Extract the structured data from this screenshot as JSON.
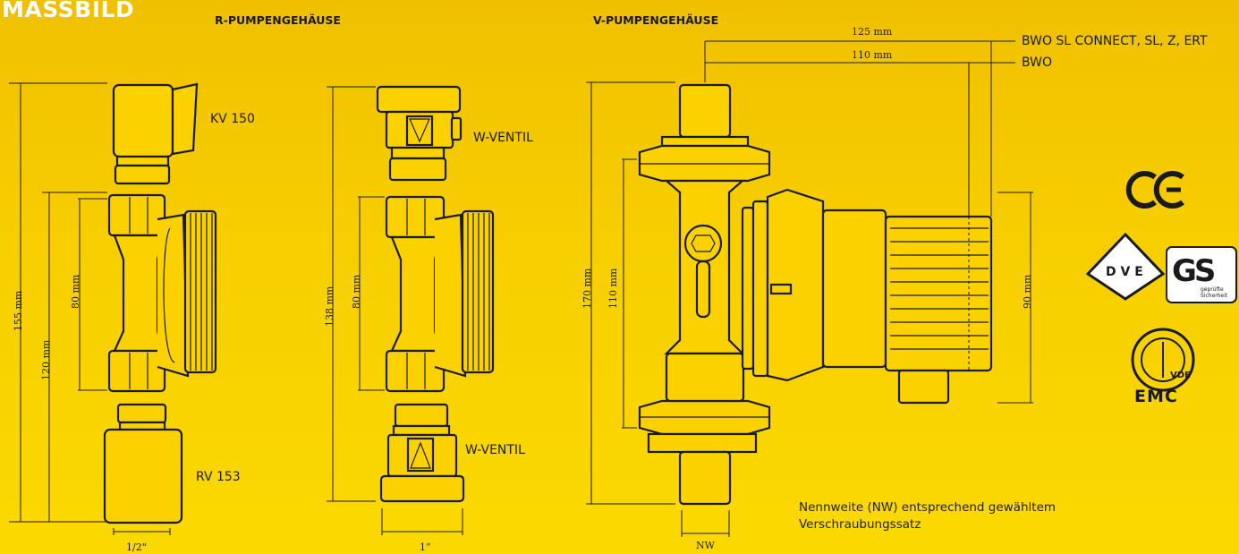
{
  "title": "MASSBILD",
  "sections": {
    "r_title": "R-PUMPENGEHÄUSE",
    "v_title": "V-PUMPENGEHÄUSE"
  },
  "r_housing": {
    "top_part": "KV 150",
    "bottom_part": "RV 153",
    "dim_total": "155 mm",
    "dim_body": "120 mm",
    "dim_inner": "80 mm",
    "dim_thread": "1/2\""
  },
  "w_housing": {
    "top_part": "W-VENTIL",
    "bottom_part": "W-VENTIL",
    "dim_total": "138 mm",
    "dim_inner": "80 mm",
    "dim_thread": "1“"
  },
  "v_housing": {
    "dim_125": "125 mm",
    "dim_110_top": "110 mm",
    "variant_long": "BWO SL CONNECT, SL, Z, ERT",
    "variant_short": "BWO",
    "dim_total": "170 mm",
    "dim_body": "110 mm",
    "dim_motor": "90 mm",
    "dim_nw": "NW",
    "note": "Nennweite (NW) entsprechend gewähltem Verschraubungssatz"
  },
  "marks": {
    "ce": "CE",
    "vde": "D V E",
    "gs": "GS",
    "gs_sub": "geprüfte Sicherheit",
    "vde_small": "VDE",
    "emc": "EMC"
  }
}
